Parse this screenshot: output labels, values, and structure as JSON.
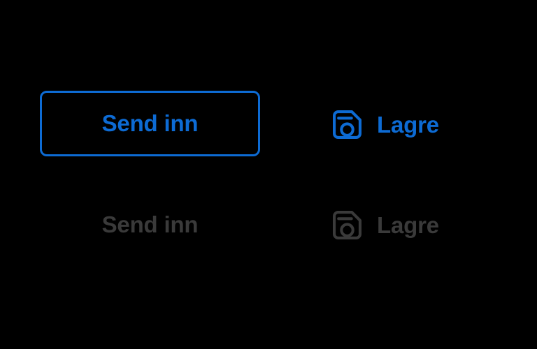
{
  "canvas": {
    "background": "#000000"
  },
  "colors": {
    "accent": "#0d6bd4",
    "muted": "#3a3a3a"
  },
  "buttons": {
    "submit_active": {
      "label": "Send inn",
      "state": "active"
    },
    "save_active": {
      "label": "Lagre",
      "icon": "floppy-disk-icon",
      "state": "active"
    },
    "submit_inactive": {
      "label": "Send inn",
      "state": "inactive"
    },
    "save_inactive": {
      "label": "Lagre",
      "icon": "floppy-disk-icon",
      "state": "inactive"
    }
  }
}
